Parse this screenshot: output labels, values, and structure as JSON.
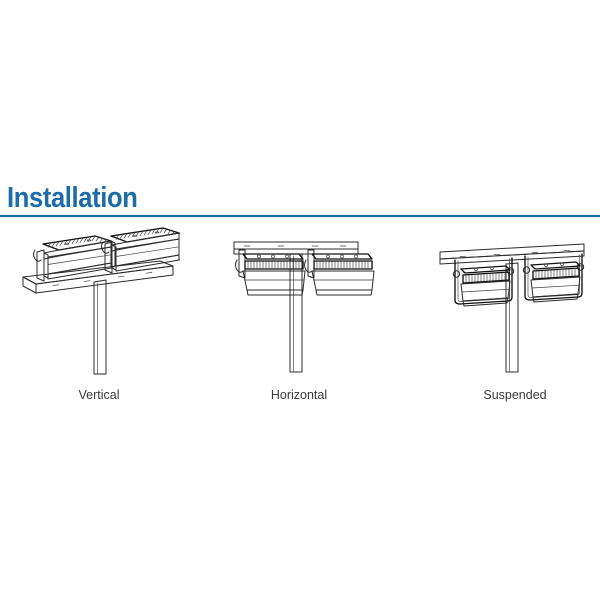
{
  "section": {
    "title": "Installation",
    "rule_color": "#1b6ca8",
    "title_color": "#1b6ca8"
  },
  "figures": [
    {
      "id": "vertical",
      "caption": "Vertical",
      "icon_name": "led-floodlight-vertical-mount-diagram",
      "lamp_count": 2,
      "mount": "pole-top crossarm, luminaires above bar, face tilted forward"
    },
    {
      "id": "horizontal",
      "caption": "Horizontal",
      "icon_name": "led-floodlight-horizontal-mount-diagram",
      "lamp_count": 2,
      "mount": "pole-top crossarm, luminaires below bar, face angled down"
    },
    {
      "id": "suspended",
      "caption": "Suspended",
      "icon_name": "led-floodlight-suspended-mount-diagram",
      "lamp_count": 2,
      "mount": "crossarm overhead, luminaires hung beneath, face down"
    }
  ],
  "colors": {
    "background": "#ffffff",
    "accent_blue": "#1b6ca8",
    "line_dark": "#2b2b2b",
    "caption_text": "#3a3a3a"
  }
}
